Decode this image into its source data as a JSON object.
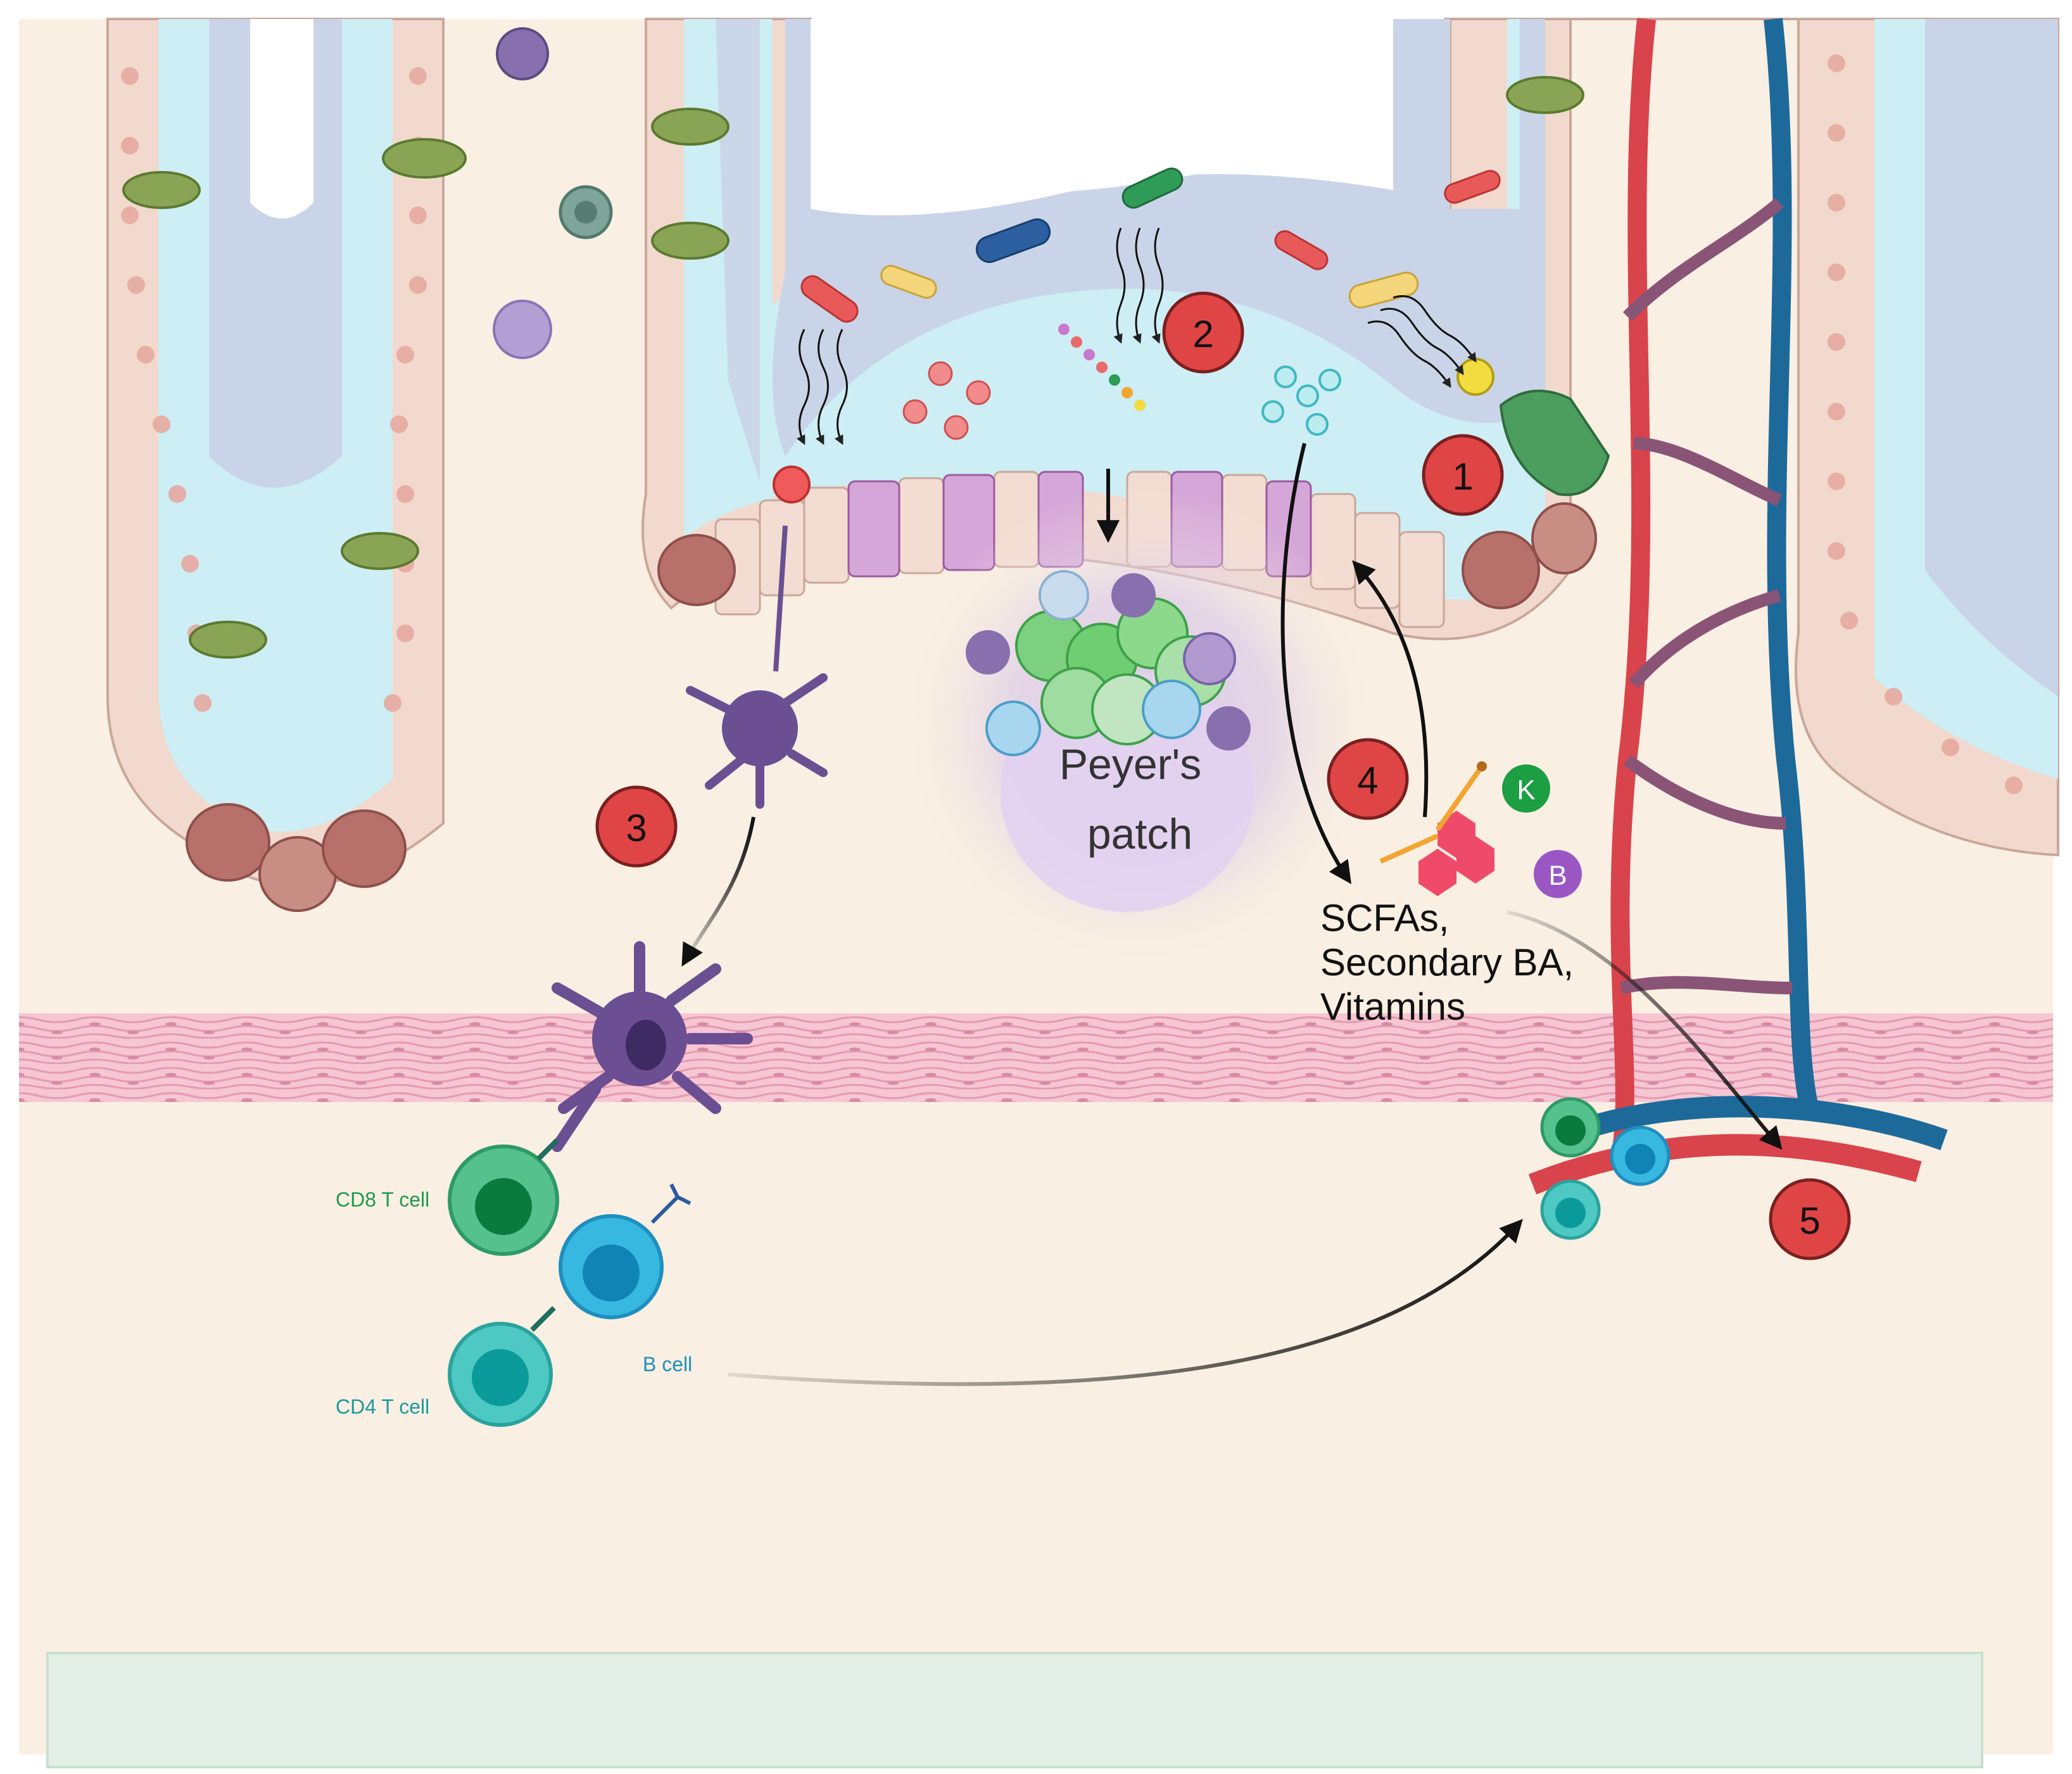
{
  "labels": {
    "peyers_line1": "Peyer's",
    "peyers_line2": "patch",
    "metabolites_line1": "SCFAs,",
    "metabolites_line2": "Secondary BA,",
    "metabolites_line3": "Vitamins",
    "cd8": "CD8 T cell",
    "cd4": "CD4 T cell",
    "bcell": "B cell",
    "vit_k": "K",
    "vit_b": "B"
  },
  "steps": [
    "1",
    "2",
    "3",
    "4",
    "5"
  ],
  "colors": {
    "background": "#f9efe2",
    "lumen": "#c9d4e8",
    "mucus": "#cdeef4",
    "epithelium": "#f1d9cd",
    "step_marker": "#e04545",
    "artery": "#d9434c",
    "vein": "#1d6a9a",
    "cd8_cell": "#55c28e",
    "cd4_cell": "#4ec8c2",
    "b_cell": "#36b8e0",
    "dendritic_cell": "#6b4f92",
    "muscle_layer": "#f2b8c8",
    "bottom_panel": "#e3efe6"
  }
}
